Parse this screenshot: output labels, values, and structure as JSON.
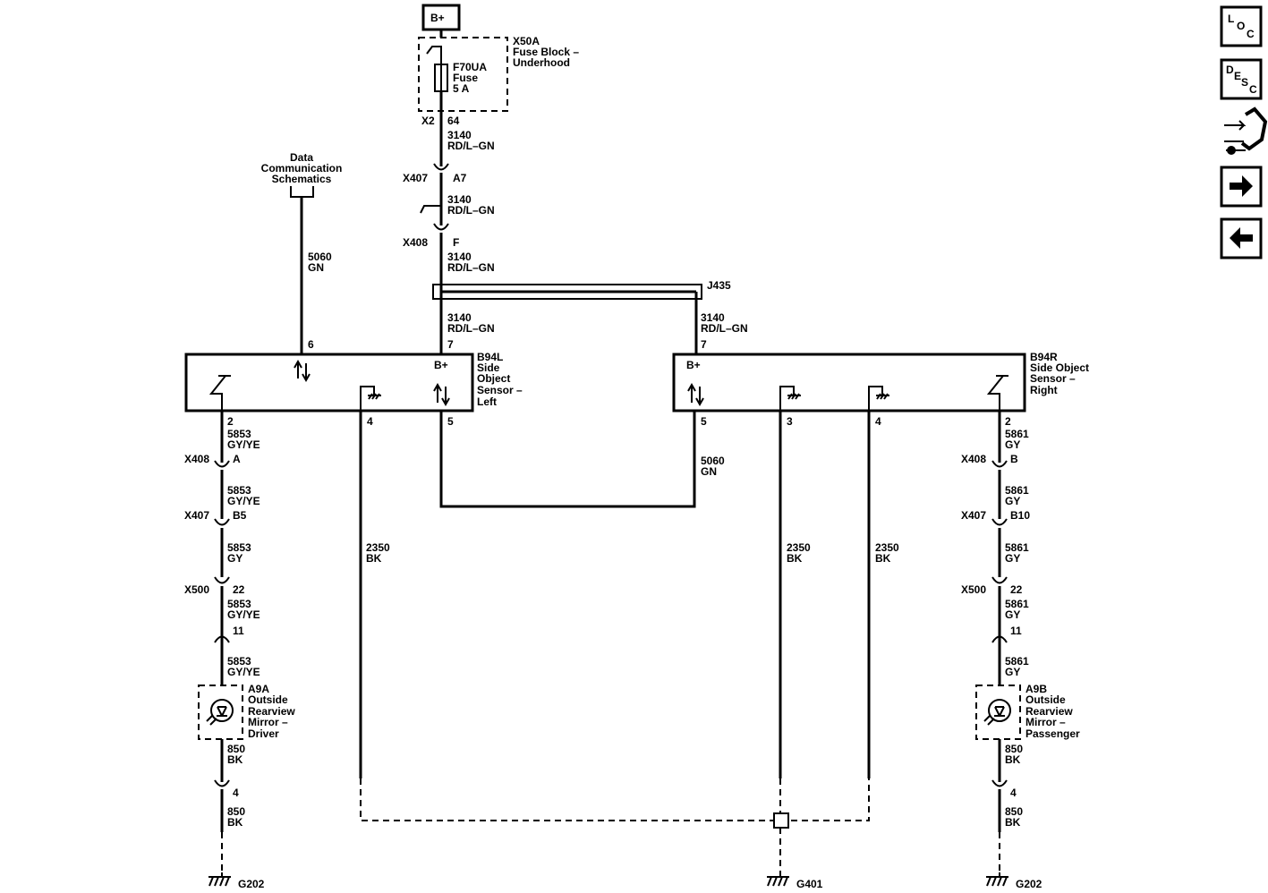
{
  "power": {
    "label": "B+"
  },
  "fuse_block": {
    "line1": "X50A",
    "line2": "Fuse Block –",
    "line3": "Underhood"
  },
  "fuse": {
    "line1": "F70UA",
    "line2": "Fuse",
    "line3": "5 A"
  },
  "fuse_pins": {
    "connector": "X2",
    "pin": "64"
  },
  "feed_wires": [
    {
      "circuit": "3140",
      "color": "RD/L–GN"
    },
    {
      "circuit": "3140",
      "color": "RD/L–GN"
    },
    {
      "circuit": "3140",
      "color": "RD/L–GN"
    },
    {
      "circuit": "3140",
      "color": "RD/L–GN"
    },
    {
      "circuit": "3140",
      "color": "RD/L–GN"
    }
  ],
  "feed_connectors": [
    {
      "name": "X407",
      "pin": "A7"
    },
    {
      "name": "X408",
      "pin": "F"
    }
  ],
  "splice": {
    "name": "J435"
  },
  "data_comm": {
    "line1": "Data",
    "line2": "Communication",
    "line3": "Schematics",
    "circuit": "5060",
    "color": "GN",
    "pin": "6"
  },
  "module_left": {
    "name": "B94L",
    "line2": "Side",
    "line3": "Object",
    "line4": "Sensor –",
    "line5": "Left",
    "bplus": "B+",
    "pin_bplus": "7",
    "pin_mirror": "2",
    "pin_ground": "4",
    "pin_data": "5"
  },
  "module_right": {
    "name": "B94R",
    "line2": "Side Object",
    "line3": "Sensor –",
    "line4": "Right",
    "bplus": "B+",
    "pin_bplus": "7",
    "pin_data": "5",
    "pin_ground_a": "3",
    "pin_ground_b": "4",
    "pin_mirror": "2"
  },
  "data_link": {
    "circuit": "5060",
    "color": "GN"
  },
  "grounds": [
    {
      "circuit": "2350",
      "color": "BK"
    },
    {
      "circuit": "2350",
      "color": "BK"
    },
    {
      "circuit": "2350",
      "color": "BK"
    }
  ],
  "left_chain": {
    "wires": [
      {
        "circuit": "5853",
        "color": "GY/YE"
      },
      {
        "circuit": "5853",
        "color": "GY/YE"
      },
      {
        "circuit": "5853",
        "color": "GY"
      },
      {
        "circuit": "5853",
        "color": "GY/YE"
      },
      {
        "circuit": "5853",
        "color": "GY/YE"
      },
      {
        "circuit": "850",
        "color": "BK"
      },
      {
        "circuit": "850",
        "color": "BK"
      }
    ],
    "connectors": [
      {
        "name": "X408",
        "pin": "A"
      },
      {
        "name": "X407",
        "pin": "B5"
      },
      {
        "name": "X500",
        "pin": "22"
      },
      {
        "name": "",
        "pin": "11"
      },
      {
        "name": "",
        "pin": "4"
      }
    ],
    "mirror": {
      "line1": "A9A",
      "line2": "Outside",
      "line3": "Rearview",
      "line4": "Mirror –",
      "line5": "Driver"
    },
    "ground": "G202"
  },
  "right_chain": {
    "wires": [
      {
        "circuit": "5861",
        "color": "GY"
      },
      {
        "circuit": "5861",
        "color": "GY"
      },
      {
        "circuit": "5861",
        "color": "GY"
      },
      {
        "circuit": "5861",
        "color": "GY"
      },
      {
        "circuit": "5861",
        "color": "GY"
      },
      {
        "circuit": "850",
        "color": "BK"
      },
      {
        "circuit": "850",
        "color": "BK"
      }
    ],
    "connectors": [
      {
        "name": "X408",
        "pin": "B"
      },
      {
        "name": "X407",
        "pin": "B10"
      },
      {
        "name": "X500",
        "pin": "22"
      },
      {
        "name": "",
        "pin": "11"
      },
      {
        "name": "",
        "pin": "4"
      }
    ],
    "mirror": {
      "line1": "A9B",
      "line2": "Outside",
      "line3": "Rearview",
      "line4": "Mirror –",
      "line5": "Passenger"
    },
    "ground": "G202"
  },
  "center_ground": "G401",
  "nav": {
    "loc": {
      "l": "L",
      "o": "O",
      "c": "C"
    },
    "desc": {
      "d": "D",
      "e": "E",
      "s": "S",
      "c": "C"
    },
    "icons": [
      "loc-icon",
      "desc-icon",
      "connector-view-icon",
      "next-arrow-icon",
      "back-arrow-icon"
    ]
  }
}
